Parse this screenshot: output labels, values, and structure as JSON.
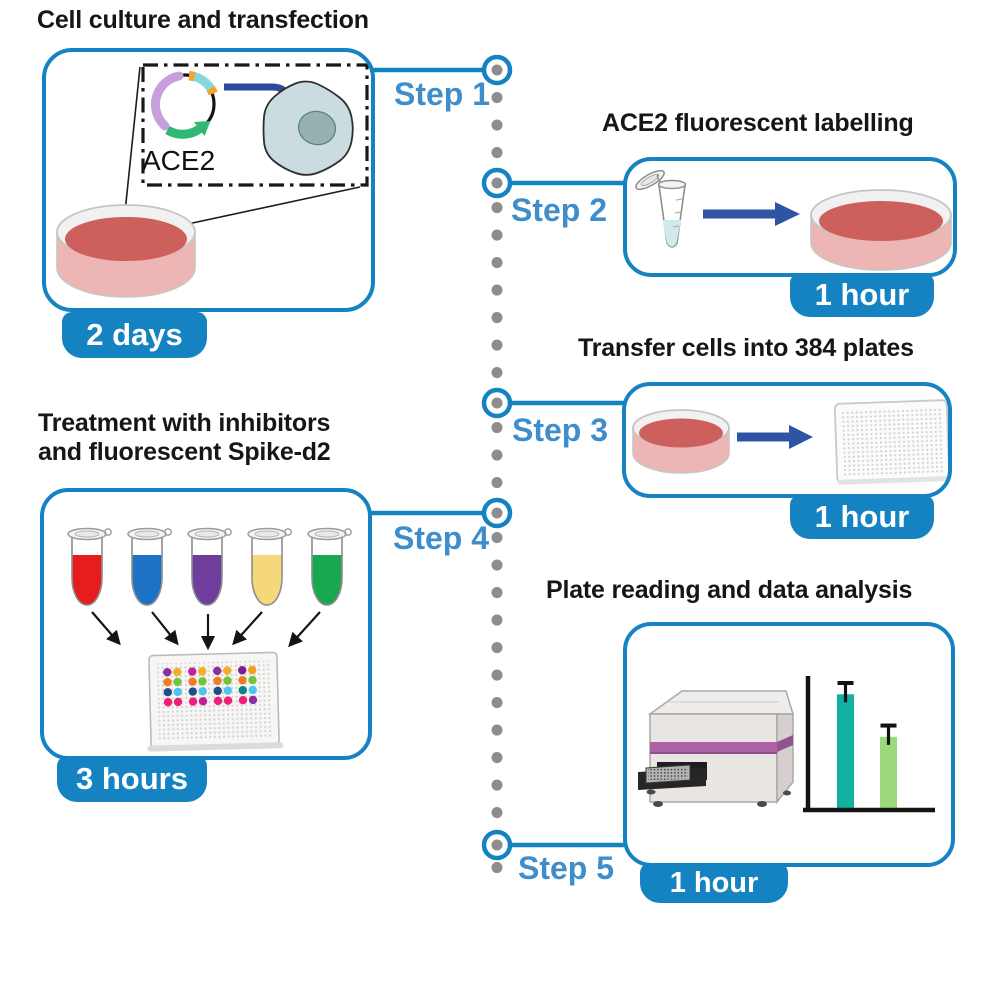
{
  "timeline": {
    "labels": [
      "Step 1",
      "Step 2",
      "Step 3",
      "Step 4",
      "Step 5"
    ]
  },
  "step1": {
    "title": "Cell culture and transfection",
    "duration": "2 days",
    "plasmid_label": "ACE2"
  },
  "step2": {
    "title": "ACE2 fluorescent labelling",
    "duration": "1 hour"
  },
  "step3": {
    "title": "Transfer cells into 384 plates",
    "duration": "1 hour"
  },
  "step4": {
    "title_line1": "Treatment with inhibitors",
    "title_line2": "and fluorescent Spike-d2",
    "duration": "3 hours",
    "tube_colors": [
      "#e61d1d",
      "#1e72c6",
      "#6f3d9b",
      "#f6d87a",
      "#17a850"
    ],
    "plate_dot_colors": [
      [
        "#8b2f9b",
        "#f0af25",
        "#bf1f9f",
        "#f0af25",
        "#8b2f9b",
        "#f0af25",
        "#7a1f8f",
        "#f59d20"
      ],
      [
        "#f07c20",
        "#72c43c",
        "#f07c20",
        "#72c43c",
        "#f07c20",
        "#72c43c",
        "#f07c20",
        "#72c43c"
      ],
      [
        "#1f4e8a",
        "#4ec3f0",
        "#1f4e8a",
        "#4ec3f0",
        "#1f4e8a",
        "#4ec3f0",
        "#0f7f8a",
        "#4ec3f0"
      ],
      [
        "#ef1e79",
        "#ef1e79",
        "#ef1e79",
        "#bf1f9f",
        "#ef1e79",
        "#ef1e79",
        "#ef1e79",
        "#8b2f9b"
      ]
    ]
  },
  "step5": {
    "title": "Plate reading and data analysis",
    "duration": "1 hour",
    "chart_data": {
      "type": "bar",
      "categories": [
        "",
        ""
      ],
      "values": [
        0.87,
        0.55
      ],
      "errors": [
        0.085,
        0.085
      ],
      "bar_colors": [
        "#12b09f",
        "#9bd97a"
      ],
      "title": "",
      "xlabel": "",
      "ylabel": "",
      "ylim": [
        0,
        1
      ],
      "tick_labels_visible": false,
      "grid": false,
      "legend": false
    }
  },
  "colors": {
    "accent_blue": "#1583c2",
    "step_label_blue": "#3f8ecb",
    "timeline_dot_gray": "#8d8d8d",
    "badge_text": "#ffffff",
    "dark_arrow_blue": "#2f54a3",
    "title_text": "#161616"
  }
}
